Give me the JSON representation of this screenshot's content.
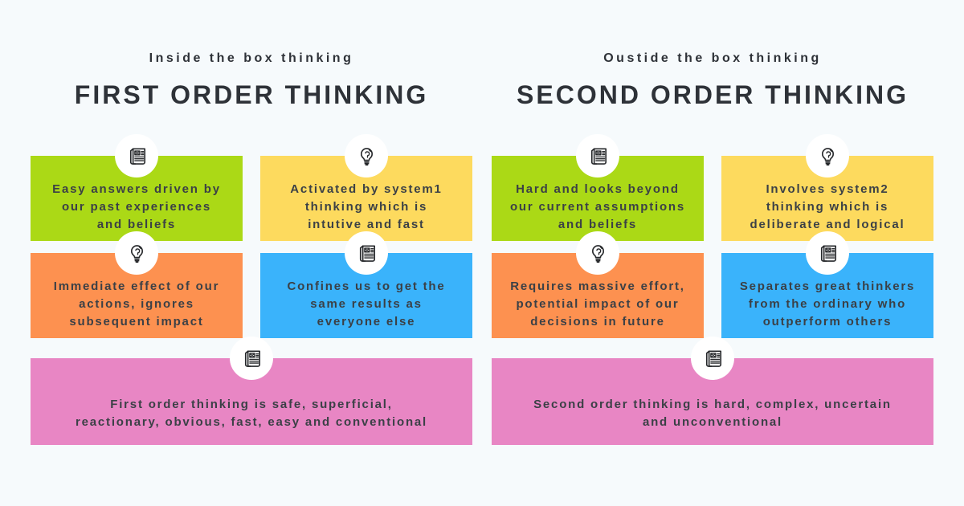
{
  "colors": {
    "background": "#f6fafc",
    "green": "#abd916",
    "yellow": "#fdda5e",
    "orange": "#fd9150",
    "blue": "#3ab3fb",
    "pink": "#e886c4",
    "heading_text": "#2e3238",
    "card_text": "#3b4046",
    "badge_background": "#ffffff",
    "icon_stroke": "#26282b"
  },
  "columns": [
    {
      "eyebrow": "Inside the box thinking",
      "title": "FIRST ORDER THINKING",
      "cards": [
        {
          "color": "green",
          "icon": "newspaper-icon",
          "text": "Easy answers driven by\nour past experiences\nand beliefs"
        },
        {
          "color": "yellow",
          "icon": "lightbulb-icon",
          "text": "Activated by system1\nthinking which is\nintutive and fast"
        },
        {
          "color": "orange",
          "icon": "lightbulb-icon",
          "text": "Immediate effect of our\nactions, ignores\nsubsequent impact"
        },
        {
          "color": "blue",
          "icon": "newspaper-icon",
          "text": "Confines us to get the\nsame results as\neveryone else"
        }
      ],
      "summary": {
        "color": "pink",
        "icon": "newspaper-icon",
        "text": "First order thinking is safe, superficial,\nreactionary, obvious, fast, easy and conventional"
      }
    },
    {
      "eyebrow": "Oustide the box thinking",
      "title": "SECOND ORDER THINKING",
      "cards": [
        {
          "color": "green",
          "icon": "newspaper-icon",
          "text": "Hard and looks beyond\nour current assumptions\nand beliefs"
        },
        {
          "color": "yellow",
          "icon": "lightbulb-icon",
          "text": "Involves system2\nthinking which is\ndeliberate and logical"
        },
        {
          "color": "orange",
          "icon": "lightbulb-icon",
          "text": "Requires massive effort,\npotential impact of our\ndecisions in future"
        },
        {
          "color": "blue",
          "icon": "newspaper-icon",
          "text": "Separates great thinkers\nfrom the ordinary who\noutperform others"
        }
      ],
      "summary": {
        "color": "pink",
        "icon": "newspaper-icon",
        "text": "Second order thinking is hard, complex, uncertain\nand unconventional"
      }
    }
  ]
}
